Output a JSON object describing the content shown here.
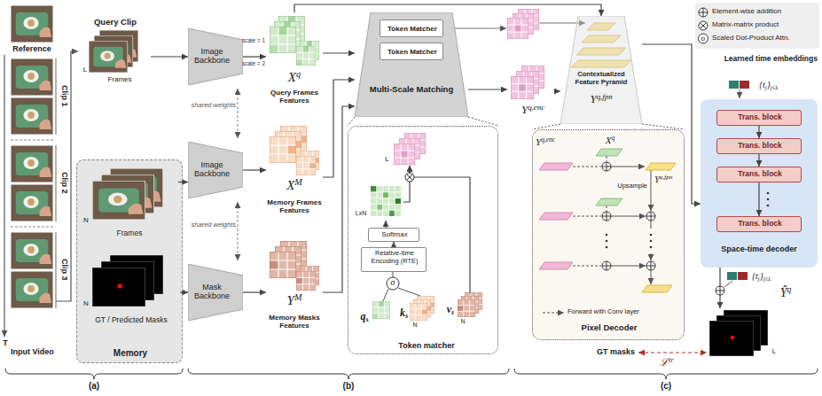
{
  "diagram": {
    "nodes": [
      {
        "text": [
          "Memory"
        ]
      },
      {
        "text": [
          "Frames"
        ],
        "in": 0
      },
      {
        "text": [
          "GT / Predicted Masks"
        ],
        "in": 0
      },
      {
        "text": [
          "Query Clip",
          "Frames"
        ]
      },
      {
        "text": [
          "Image Backbone"
        ]
      },
      {
        "text": [
          "Image Backbone"
        ]
      },
      {
        "text": [
          "Mask Backbone"
        ]
      },
      {
        "text": [
          "Xq",
          "Query Frames Features"
        ]
      },
      {
        "text": [
          "XM",
          "Memory Frames Features"
        ]
      },
      {
        "text": [
          "YM",
          "Memory Masks Features"
        ]
      },
      {
        "text": [
          "Multi-Scale Matching"
        ]
      },
      {
        "text": [
          "Token Matcher"
        ],
        "in": 10
      },
      {
        "text": [
          "Token Matcher"
        ],
        "in": 10
      },
      {
        "text": [
          "Token matcher"
        ]
      },
      {
        "text": [
          "Softmax"
        ],
        "in": 13
      },
      {
        "text": [
          "Relative-time Encoding (RTE)"
        ],
        "in": 13
      },
      {
        "text": [
          "qs"
        ],
        "in": 13
      },
      {
        "text": [
          "ks"
        ],
        "in": 13
      },
      {
        "text": [
          "vs"
        ],
        "in": 13
      },
      {
        "text": [
          "LxN"
        ],
        "in": 13
      },
      {
        "text": [
          "L"
        ],
        "in": 13
      },
      {
        "text": [
          "Yq,enc"
        ]
      },
      {
        "text": [
          "Contextualized Feature Pyramid",
          "Yq,fpn"
        ]
      },
      {
        "text": [
          "Pixel Decoder"
        ]
      },
      {
        "text": [
          "Space-time decoder"
        ]
      },
      {
        "text": [
          "Trans. block"
        ],
        "in": 24
      },
      {
        "text": [
          "Trans. block"
        ],
        "in": 24
      },
      {
        "text": [
          "Trans. block"
        ],
        "in": 24
      },
      {
        "text": [
          "Trans. block"
        ],
        "in": 24
      },
      {
        "text": [
          "Ŷq"
        ]
      }
    ],
    "edges": [
      {
        "from": 3,
        "to": 4,
        "arrow": "to"
      },
      {
        "from": 4,
        "to": 7,
        "arrow": "to"
      },
      {
        "from": 1,
        "to": 5,
        "arrow": "to"
      },
      {
        "from": 2,
        "to": 6,
        "arrow": "to"
      },
      {
        "from": 5,
        "to": 8,
        "arrow": "to"
      },
      {
        "from": 6,
        "to": 9,
        "arrow": "to"
      },
      {
        "from": 7,
        "to": 10,
        "arrow": "to"
      },
      {
        "from": 8,
        "to": 10,
        "arrow": "to"
      },
      {
        "from": 9,
        "to": 10,
        "arrow": "to"
      },
      {
        "from": 10,
        "to": 21,
        "arrow": "to"
      },
      {
        "from": 21,
        "to": 22,
        "arrow": "to"
      },
      {
        "from": 7,
        "to": 22,
        "arrow": "to"
      },
      {
        "from": 22,
        "to": 24,
        "arrow": "to"
      },
      {
        "from": 24,
        "to": 29,
        "arrow": "to"
      },
      {
        "from": 25,
        "to": 26,
        "arrow": "to"
      },
      {
        "from": 26,
        "to": 27,
        "arrow": "to"
      },
      {
        "from": 27,
        "to": 28,
        "arrow": "to"
      },
      {
        "from": 15,
        "to": 14,
        "arrow": "to"
      },
      {
        "from": 14,
        "to": 19,
        "arrow": "to"
      },
      {
        "from": 19,
        "to": 20,
        "arrow": "to"
      },
      {
        "from": 18,
        "to": 20,
        "arrow": "to"
      }
    ],
    "labels": [
      "Reference",
      "Clip 1",
      "Clip 2",
      "Clip 3",
      "T",
      "Input Video",
      "L",
      "N",
      "N",
      "shared weights",
      "shared weights",
      "scale = 1",
      "scale = 2",
      "σ",
      "N",
      "N",
      "Yq,enc",
      "Xq",
      "Yq,fpn",
      "Upsample",
      "Forward with Conv layer",
      "Learned time embeddings",
      "{tj}j≤L",
      "{tj}j≤L",
      "L",
      "GT masks",
      "ℒtr",
      "σ",
      "(a)",
      "(b)",
      "(c)"
    ],
    "legend": [
      {
        "text": "Element-wise addition"
      },
      {
        "text": "Matrix-matrix product"
      },
      {
        "text": "Scaled Dot-Product Attn."
      }
    ]
  }
}
